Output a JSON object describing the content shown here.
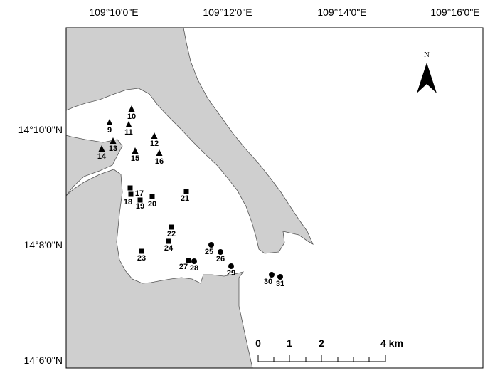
{
  "map": {
    "colors": {
      "land": "#cfcfcf",
      "water": "#ffffff",
      "outline": "#555555",
      "frame": "#000000",
      "marker": "#000000"
    },
    "graticule": {
      "longitude_labels": [
        "109°10'0\"E",
        "109°12'0\"E",
        "109°14'0\"E",
        "109°16'0\"E"
      ],
      "latitude_labels": [
        "14°10'0\"N",
        "14°8'0\"N",
        "14°6'0\"N"
      ]
    },
    "north_arrow": {
      "label": "N"
    },
    "scale_bar": {
      "labels": [
        "0",
        "1",
        "2",
        "4 km"
      ]
    },
    "sites": [
      {
        "id": "9",
        "symbol": "triangle"
      },
      {
        "id": "10",
        "symbol": "triangle"
      },
      {
        "id": "11",
        "symbol": "triangle"
      },
      {
        "id": "12",
        "symbol": "triangle"
      },
      {
        "id": "13",
        "symbol": "triangle"
      },
      {
        "id": "14",
        "symbol": "triangle"
      },
      {
        "id": "15",
        "symbol": "triangle"
      },
      {
        "id": "16",
        "symbol": "triangle"
      },
      {
        "id": "17",
        "symbol": "square"
      },
      {
        "id": "18",
        "symbol": "square"
      },
      {
        "id": "19",
        "symbol": "square"
      },
      {
        "id": "20",
        "symbol": "square"
      },
      {
        "id": "21",
        "symbol": "square"
      },
      {
        "id": "22",
        "symbol": "square"
      },
      {
        "id": "23",
        "symbol": "square"
      },
      {
        "id": "24",
        "symbol": "square"
      },
      {
        "id": "25",
        "symbol": "circle"
      },
      {
        "id": "26",
        "symbol": "circle"
      },
      {
        "id": "27",
        "symbol": "circle"
      },
      {
        "id": "28",
        "symbol": "circle"
      },
      {
        "id": "29",
        "symbol": "circle"
      },
      {
        "id": "30",
        "symbol": "circle"
      },
      {
        "id": "31",
        "symbol": "circle"
      }
    ]
  }
}
